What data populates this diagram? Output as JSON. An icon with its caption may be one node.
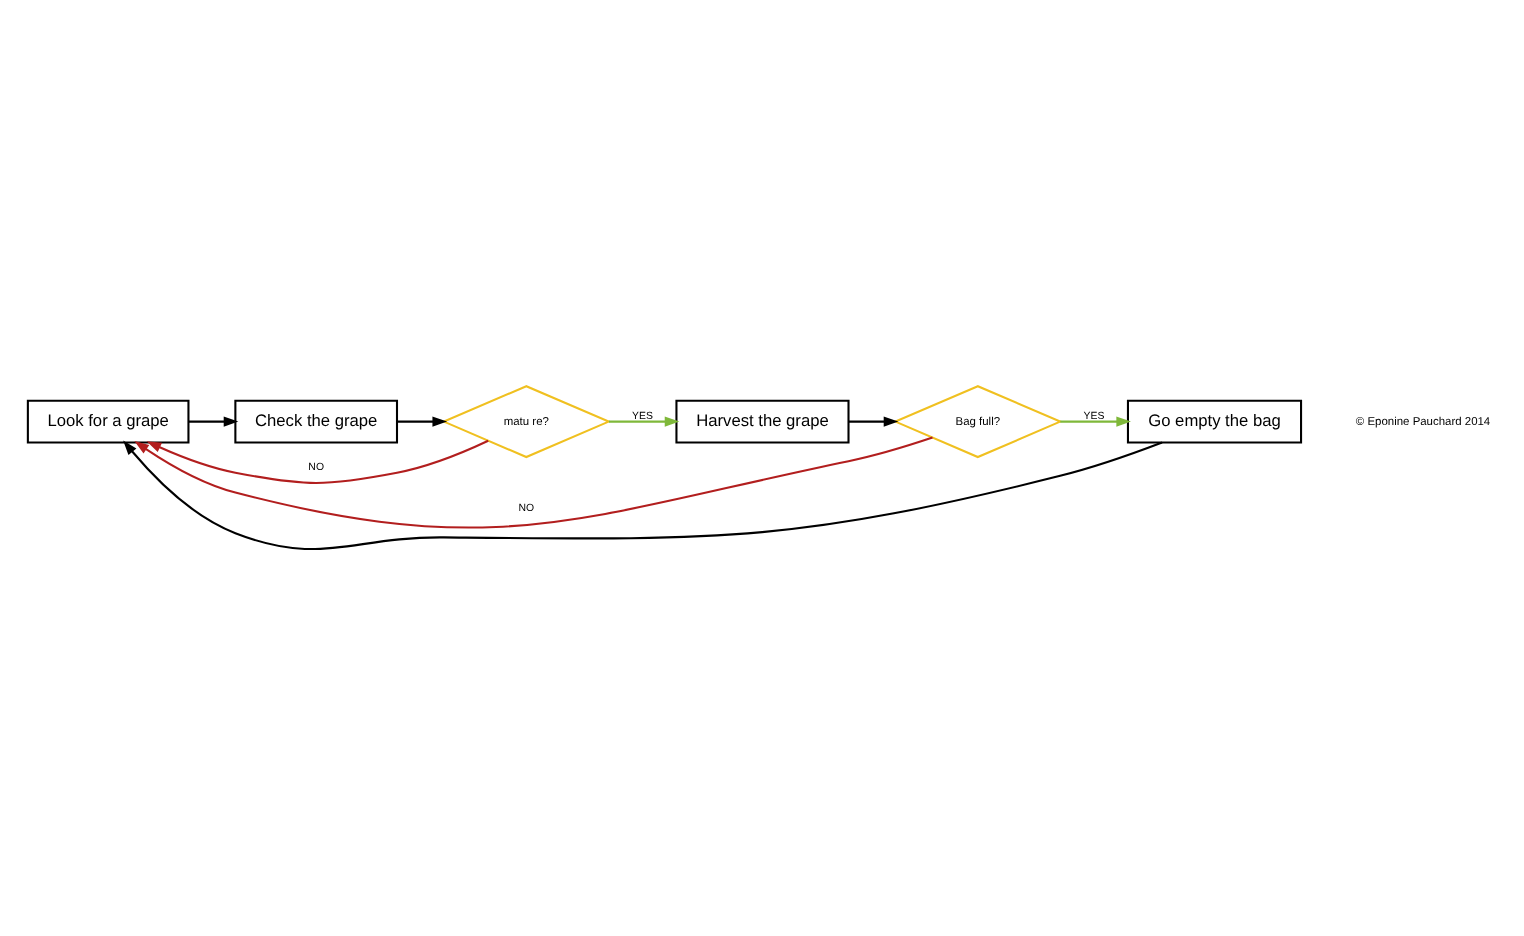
{
  "diagram": {
    "nodes": [
      {
        "text": [
          "Look for a grape"
        ]
      },
      {
        "text": [
          "Check the grape"
        ]
      },
      {
        "text": [
          "matu re?"
        ]
      },
      {
        "text": [
          "Harvest the grape"
        ]
      },
      {
        "text": [
          "Bag full?"
        ]
      },
      {
        "text": [
          "Go empty the bag"
        ]
      }
    ],
    "edges": [
      {
        "from": 0,
        "to": 1,
        "arrow": "to"
      },
      {
        "from": 1,
        "to": 2,
        "arrow": "to"
      },
      {
        "from": 2,
        "to": 3,
        "arrow": "to",
        "label": "YES",
        "color": "#7fb83a"
      },
      {
        "from": 2,
        "to": 0,
        "arrow": "to",
        "label": "NO",
        "color": "#b21e1e"
      },
      {
        "from": 3,
        "to": 4,
        "arrow": "to"
      },
      {
        "from": 4,
        "to": 5,
        "arrow": "to",
        "label": "YES",
        "color": "#7fb83a"
      },
      {
        "from": 4,
        "to": 0,
        "arrow": "to",
        "label": "NO",
        "color": "#b21e1e"
      },
      {
        "from": 5,
        "to": 0,
        "arrow": "to"
      }
    ],
    "labels": [
      "© Eponine Pauchard 2014"
    ]
  }
}
